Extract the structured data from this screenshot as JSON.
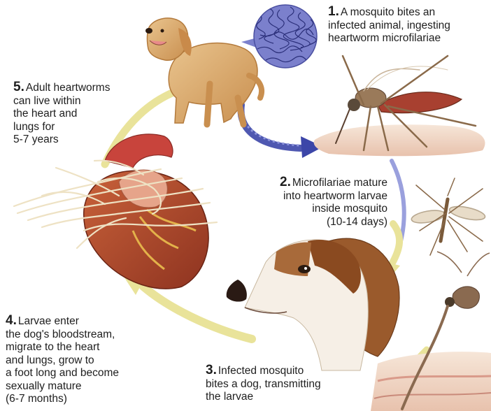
{
  "steps": [
    {
      "number": "1.",
      "lines": [
        "A mosquito bites an",
        "infected animal, ingesting",
        "heartworm microfilariae"
      ]
    },
    {
      "number": "2.",
      "lines": [
        "Microfilariae mature",
        "into heartworm larvae",
        "inside mosquito",
        "(10-14 days)"
      ]
    },
    {
      "number": "3.",
      "lines": [
        "Infected mosquito",
        "bites a dog, transmitting",
        "the larvae"
      ]
    },
    {
      "number": "4.",
      "lines": [
        "Larvae enter",
        "the dog's bloodstream,",
        "migrate to the heart",
        "and lungs, grow to",
        "a foot long and become",
        "sexually mature",
        "(6-7 months)"
      ]
    },
    {
      "number": "5.",
      "lines": [
        "Adult heartworms",
        "can live within",
        "the heart and",
        "lungs for",
        "5-7 years"
      ]
    }
  ],
  "colors": {
    "arrow_yellow": "#e9e39a",
    "arrow_blue": "#3c46a8",
    "microfilariae_bg": "#7b80cc",
    "dog_fur": "#dcaa6a",
    "beagle_tan": "#9a5a2c",
    "heart_red": "#b5482a",
    "aorta_red": "#c8443c",
    "worm_cream": "#eee2c4",
    "skin": "#f0d7c4"
  },
  "icons": [
    "golden-retriever",
    "microfilariae-bubble",
    "mosquito",
    "small-mosquito",
    "beagle-head",
    "heart-with-worms",
    "mosquito-proboscis-on-skin",
    "cycle-arrow"
  ]
}
